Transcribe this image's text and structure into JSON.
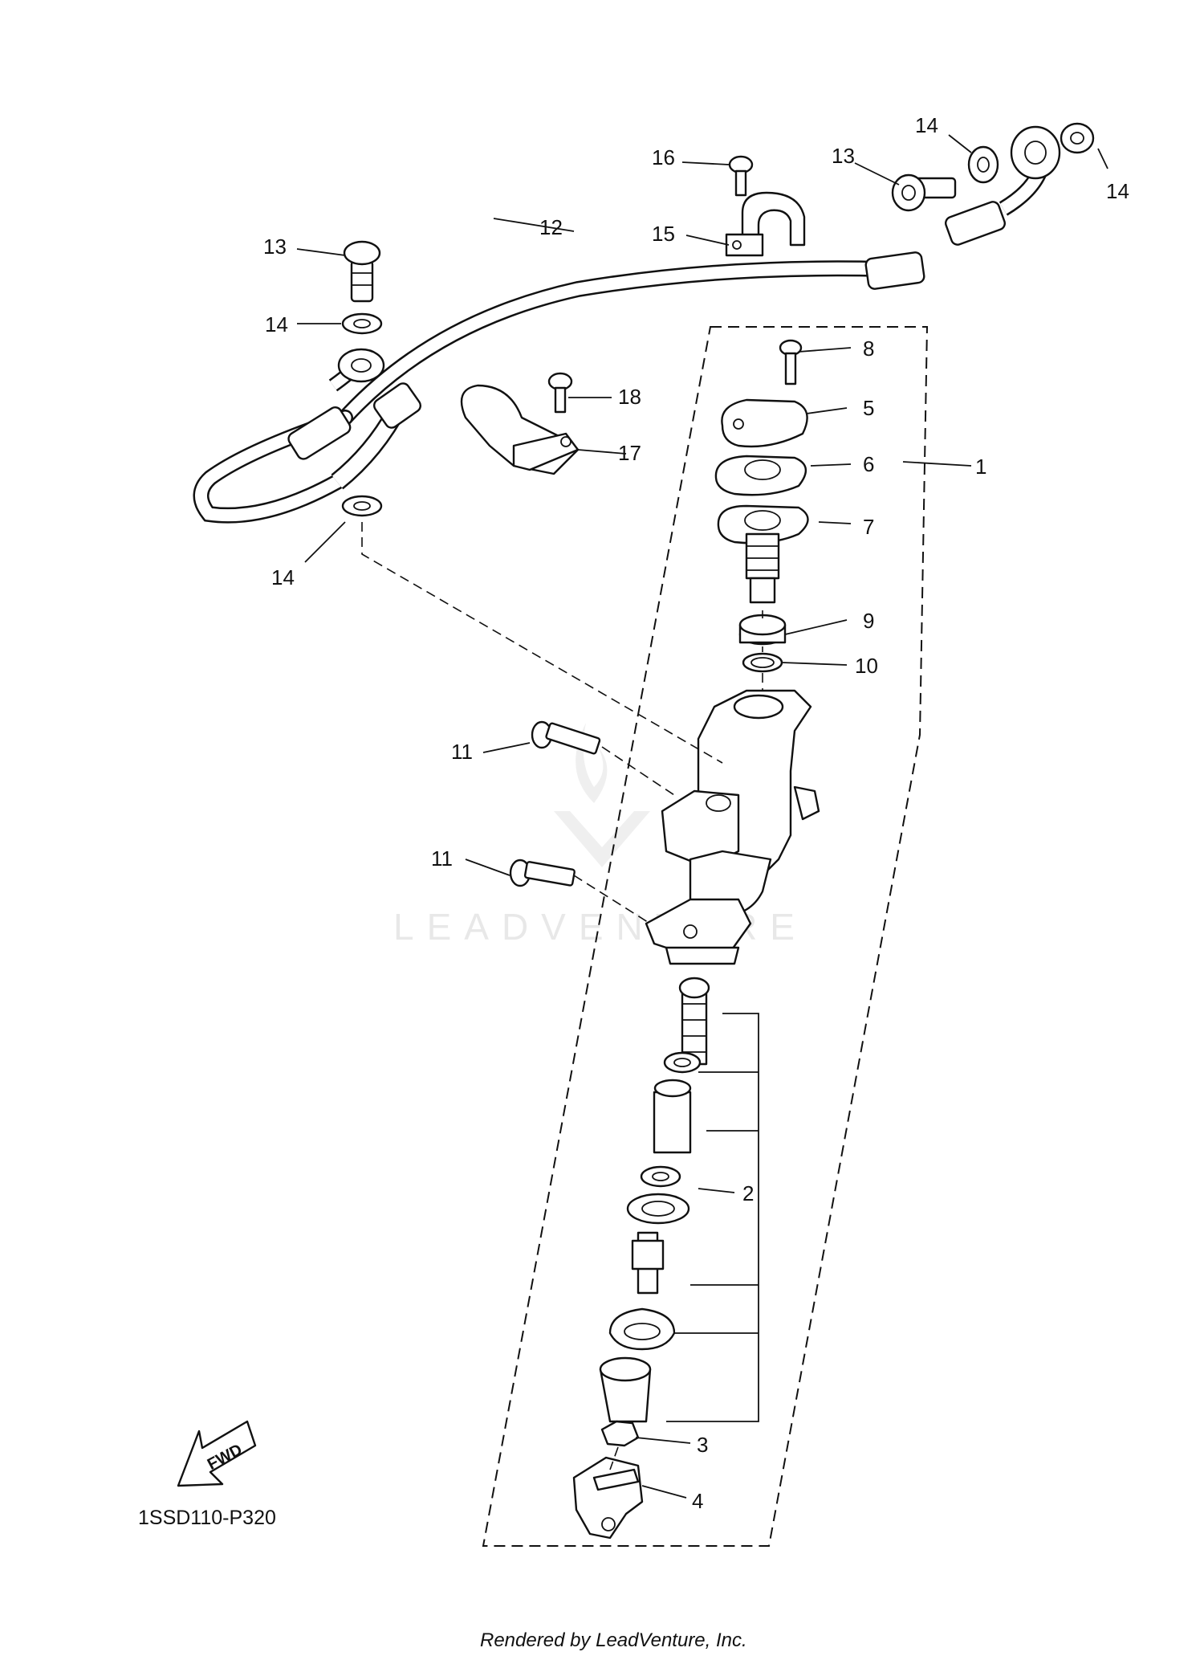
{
  "diagram": {
    "code": "1SSD110-P320",
    "credit": "Rendered by LeadVenture, Inc.",
    "watermark": "LEADVENTURE",
    "fwd_label": "FWD",
    "callouts": {
      "c1": "1",
      "c2": "2",
      "c3": "3",
      "c4": "4",
      "c5": "5",
      "c6": "6",
      "c7": "7",
      "c8": "8",
      "c9": "9",
      "c10": "10",
      "c11a": "11",
      "c11b": "11",
      "c12": "12",
      "c13a": "13",
      "c13b": "13",
      "c14a": "14",
      "c14b": "14",
      "c14c": "14",
      "c14d": "14",
      "c15": "15",
      "c16": "16",
      "c17": "17",
      "c18": "18"
    }
  }
}
